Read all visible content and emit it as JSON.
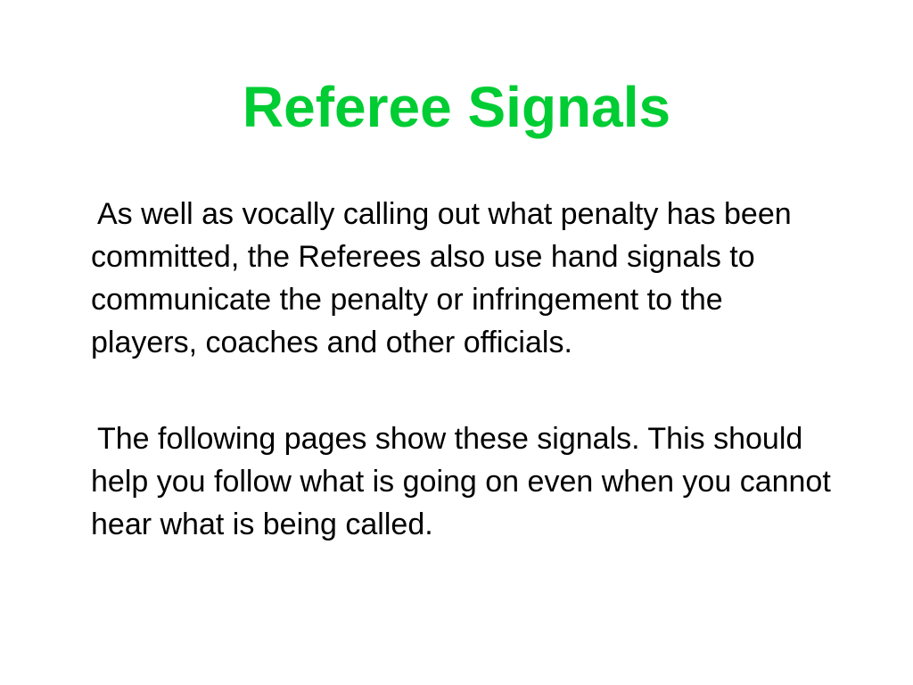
{
  "slide": {
    "title": "Referee Signals",
    "title_color": "#00cc33",
    "paragraphs": [
      "As well as vocally calling out what penalty has been committed, the Referees also use hand signals to communicate the penalty or infringement to the players, coaches and other officials.",
      "The following pages show these signals. This should help you follow what is going on even when you cannot hear what is being called."
    ]
  }
}
